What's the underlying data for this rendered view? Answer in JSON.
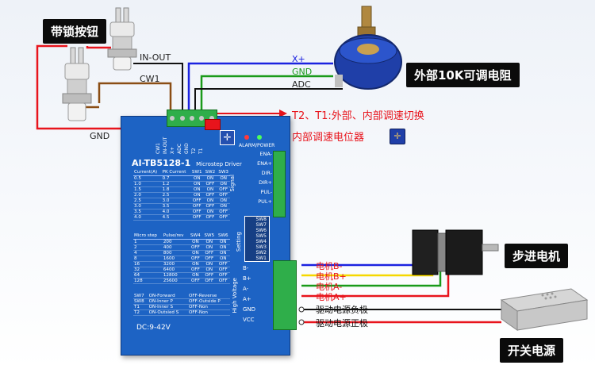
{
  "tags": {
    "latch_button": "带锁按钮",
    "external_pot": "外部10K可调电阻",
    "stepper_motor": "步进电机",
    "switch_psu": "开关电源"
  },
  "wire_labels": {
    "in_out": "IN-OUT",
    "cw1": "CW1",
    "gnd_left": "GND",
    "x_plus": "X+",
    "gnd_right": "GND",
    "adc": "ADC",
    "t2_t1": "T2、T1:外部、内部调速切换",
    "internal_pot": "内部调速电位器",
    "motor_b_minus": "电机B-",
    "motor_b_plus": "电机B+",
    "motor_a_minus": "电机A-",
    "motor_a_plus": "电机A+",
    "psu_negative": "驱动电源负极",
    "psu_positive": "驱动电源正极"
  },
  "driver": {
    "model": "AI-TB5128-1",
    "subtitle": "Microstep Driver",
    "top_terminals": [
      "CW1",
      "IN-OUT",
      "X+",
      "ADC",
      "GND",
      "T2",
      "T1"
    ],
    "alarm_label": "ALARM/POWER",
    "signal_label": "Signal",
    "signal_pins": [
      "ENA-",
      "ENA+",
      "DIR-",
      "DIR+",
      "PUL-",
      "PUL+"
    ],
    "setting_label": "Setting",
    "switches": [
      "SW8",
      "SW7",
      "SW6",
      "SW5",
      "SW4",
      "SW3",
      "SW2",
      "SW1"
    ],
    "hv_label": "High Voltage",
    "power_pins": [
      "B-",
      "B+",
      "A-",
      "A+",
      "GND",
      "VCC"
    ],
    "dc_label": "DC:9-42V",
    "current_table": {
      "headers": [
        "Current(A)",
        "PK Current",
        "SW1",
        "SW2",
        "SW3"
      ],
      "rows": [
        [
          "0.5",
          "0.7",
          "ON",
          "ON",
          "ON"
        ],
        [
          "1.0",
          "1.2",
          "ON",
          "OFF",
          "ON"
        ],
        [
          "1.5",
          "1.8",
          "ON",
          "ON",
          "OFF"
        ],
        [
          "2.0",
          "2.5",
          "ON",
          "OFF",
          "OFF"
        ],
        [
          "2.5",
          "3.0",
          "OFF",
          "ON",
          "ON"
        ],
        [
          "3.0",
          "3.5",
          "OFF",
          "OFF",
          "ON"
        ],
        [
          "3.5",
          "4.0",
          "OFF",
          "ON",
          "OFF"
        ],
        [
          "4.0",
          "4.5",
          "OFF",
          "OFF",
          "OFF"
        ]
      ]
    },
    "microstep_table": {
      "headers": [
        "Micro step",
        "Pulse/rev",
        "SW4",
        "SW5",
        "SW6"
      ],
      "rows": [
        [
          "1",
          "200",
          "ON",
          "ON",
          "ON"
        ],
        [
          "2",
          "400",
          "OFF",
          "ON",
          "ON"
        ],
        [
          "4",
          "800",
          "ON",
          "OFF",
          "ON"
        ],
        [
          "8",
          "1600",
          "OFF",
          "OFF",
          "ON"
        ],
        [
          "16",
          "3200",
          "ON",
          "ON",
          "OFF"
        ],
        [
          "32",
          "6400",
          "OFF",
          "ON",
          "OFF"
        ],
        [
          "64",
          "12800",
          "ON",
          "OFF",
          "OFF"
        ],
        [
          "128",
          "25600",
          "OFF",
          "OFF",
          "OFF"
        ]
      ]
    },
    "mode_table": {
      "rows": [
        [
          "SW7",
          "ON-Forward",
          "OFF-Reverse"
        ],
        [
          "SW8",
          "ON-Inner P",
          "OFF-Outside P"
        ],
        [
          "T1",
          "ON-Inner S",
          "OFF-Non"
        ],
        [
          "T2",
          "ON-Outsied S",
          "OFF-Non"
        ]
      ]
    }
  },
  "colors": {
    "driver_blue": "#1d63c4",
    "wire_blue": "#1b22e0",
    "wire_green": "#1a9a1a",
    "wire_red": "#e8141c",
    "wire_brown": "#8a4d14",
    "wire_yellow": "#f5d800",
    "label_red": "#e8141c"
  }
}
